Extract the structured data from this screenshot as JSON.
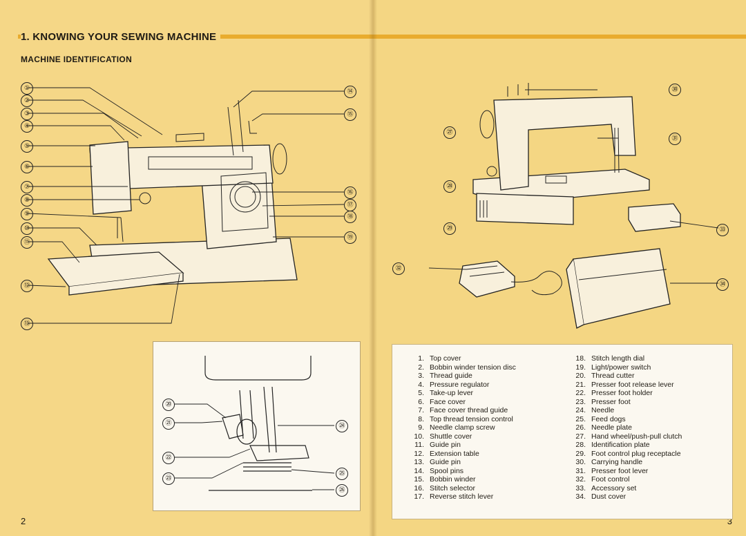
{
  "left_page": {
    "section_title": "1. KNOWING YOUR SEWING MACHINE",
    "subtitle": "MACHINE IDENTIFICATION",
    "page_number": "2",
    "callouts_left": [
      "①",
      "②",
      "③",
      "④",
      "⑤",
      "⑥",
      "⑦",
      "⑧",
      "⑨",
      "⑩",
      "⑪",
      "⑫",
      "⑬"
    ],
    "callouts_right": [
      "⑭",
      "⑮",
      "⑯",
      "⑰",
      "⑱",
      "⑲"
    ],
    "inset_callouts": [
      "⑳",
      "㉑",
      "㉒",
      "㉓",
      "㉔",
      "㉕",
      "㉖"
    ]
  },
  "right_page": {
    "page_number": "3",
    "callouts": [
      "㉗",
      "㉘",
      "㉙",
      "㉚",
      "㉛",
      "㉜",
      "㉝",
      "㉞"
    ]
  },
  "parts_list": {
    "column1": [
      {
        "num": "1.",
        "label": "Top cover"
      },
      {
        "num": "2.",
        "label": "Bobbin winder tension disc"
      },
      {
        "num": "3.",
        "label": "Thread guide"
      },
      {
        "num": "4.",
        "label": "Pressure regulator"
      },
      {
        "num": "5.",
        "label": "Take-up lever"
      },
      {
        "num": "6.",
        "label": "Face cover"
      },
      {
        "num": "7.",
        "label": "Face cover thread guide"
      },
      {
        "num": "8.",
        "label": "Top thread tension control"
      },
      {
        "num": "9.",
        "label": "Needle clamp screw"
      },
      {
        "num": "10.",
        "label": "Shuttle cover"
      },
      {
        "num": "11.",
        "label": "Guide pin"
      },
      {
        "num": "12.",
        "label": "Extension table"
      },
      {
        "num": "13.",
        "label": "Guide pin"
      },
      {
        "num": "14.",
        "label": "Spool pins"
      },
      {
        "num": "15.",
        "label": "Bobbin winder"
      },
      {
        "num": "16.",
        "label": "Stitch selector"
      },
      {
        "num": "17.",
        "label": "Reverse stitch lever"
      }
    ],
    "column2": [
      {
        "num": "18.",
        "label": "Stitch length dial"
      },
      {
        "num": "19.",
        "label": "Light/power switch"
      },
      {
        "num": "20.",
        "label": "Thread cutter"
      },
      {
        "num": "21.",
        "label": "Presser foot release lever"
      },
      {
        "num": "22.",
        "label": "Presser foot holder"
      },
      {
        "num": "23.",
        "label": "Presser foot"
      },
      {
        "num": "24.",
        "label": "Needle"
      },
      {
        "num": "25.",
        "label": "Feed dogs"
      },
      {
        "num": "26.",
        "label": "Needle plate"
      },
      {
        "num": "27.",
        "label": "Hand wheel/push-pull clutch"
      },
      {
        "num": "28.",
        "label": "Identification plate"
      },
      {
        "num": "29.",
        "label": "Foot control plug receptacle"
      },
      {
        "num": "30.",
        "label": "Carrying handle"
      },
      {
        "num": "31.",
        "label": "Presser foot lever"
      },
      {
        "num": "32.",
        "label": "Foot control"
      },
      {
        "num": "33.",
        "label": "Accessory set"
      },
      {
        "num": "34.",
        "label": "Dust cover"
      }
    ]
  },
  "colors": {
    "page": "#f5d787",
    "band": "#e9ac2e",
    "box": "#fbf8f0",
    "ink": "#1f1b14"
  }
}
